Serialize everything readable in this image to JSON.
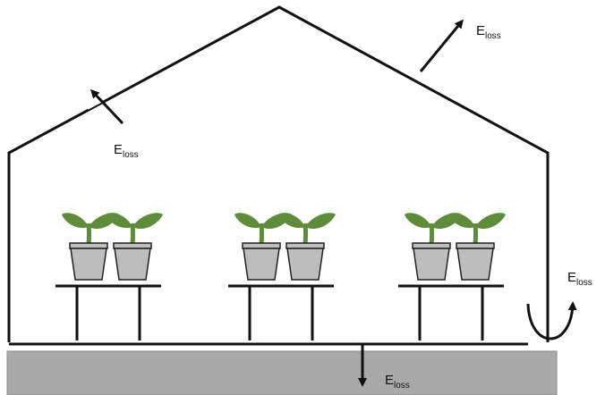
{
  "labels": {
    "roof_left": {
      "main": "E",
      "sub": "loss"
    },
    "roof_right": {
      "main": "E",
      "sub": "loss"
    },
    "side_right": {
      "main": "E",
      "sub": "loss"
    },
    "ground": {
      "main": "E",
      "sub": "loss"
    }
  },
  "colors": {
    "outline": "#111111",
    "ground": "#a9a9a9",
    "ground_edge": "#8a8a8a",
    "leaf": "#5e8c3a",
    "pot": "#bdbdbd",
    "pot_edge": "#222222",
    "table": "#111111"
  },
  "tables": [
    {
      "name": "table-left",
      "pots": 2
    },
    {
      "name": "table-middle",
      "pots": 2
    },
    {
      "name": "table-right",
      "pots": 2
    }
  ]
}
